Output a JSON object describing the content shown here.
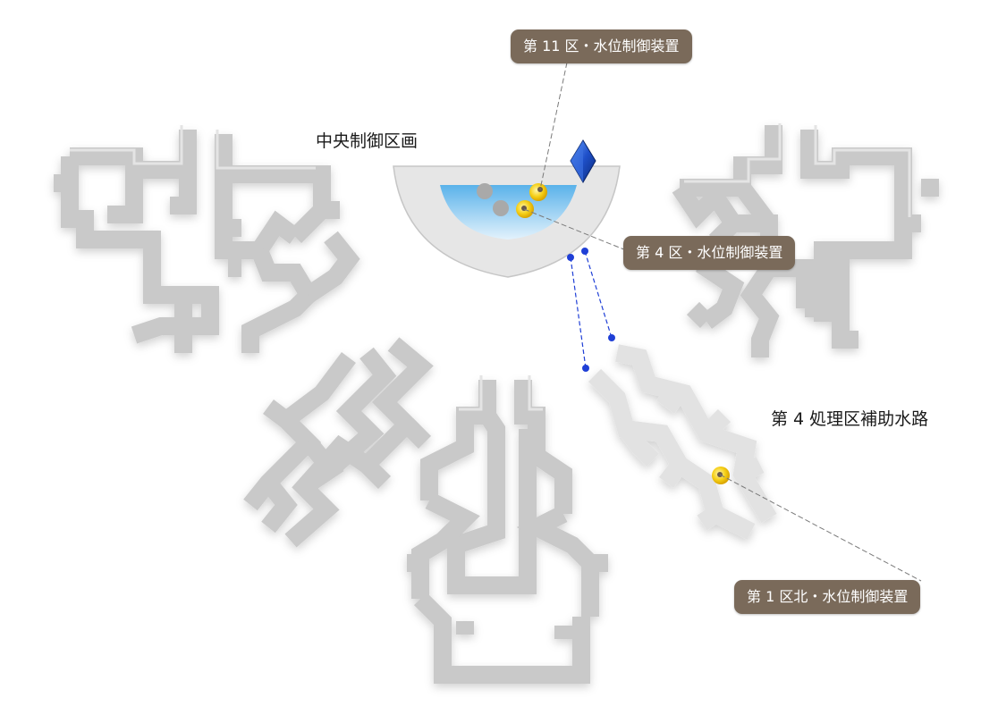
{
  "areas": {
    "central": "中央制御区画",
    "district4_aux": "第 4 処理区補助水路"
  },
  "callouts": {
    "district11": "第 11 区・水位制御装置",
    "district4": "第 4 区・水位制御装置",
    "district1_north": "第 1 区北・水位制御装置"
  },
  "colors": {
    "wall": "#c9c9c9",
    "wall_highlight": "#e6e6e6",
    "water": "#8ecbf0",
    "callout_bg": "#7a6a5a",
    "device_active": "#f2c500",
    "device_inactive": "#a9a9a9",
    "connector": "#1f3fd6"
  },
  "icons": {
    "marker": "crystal-marker-icon",
    "device": "valve-icon"
  }
}
